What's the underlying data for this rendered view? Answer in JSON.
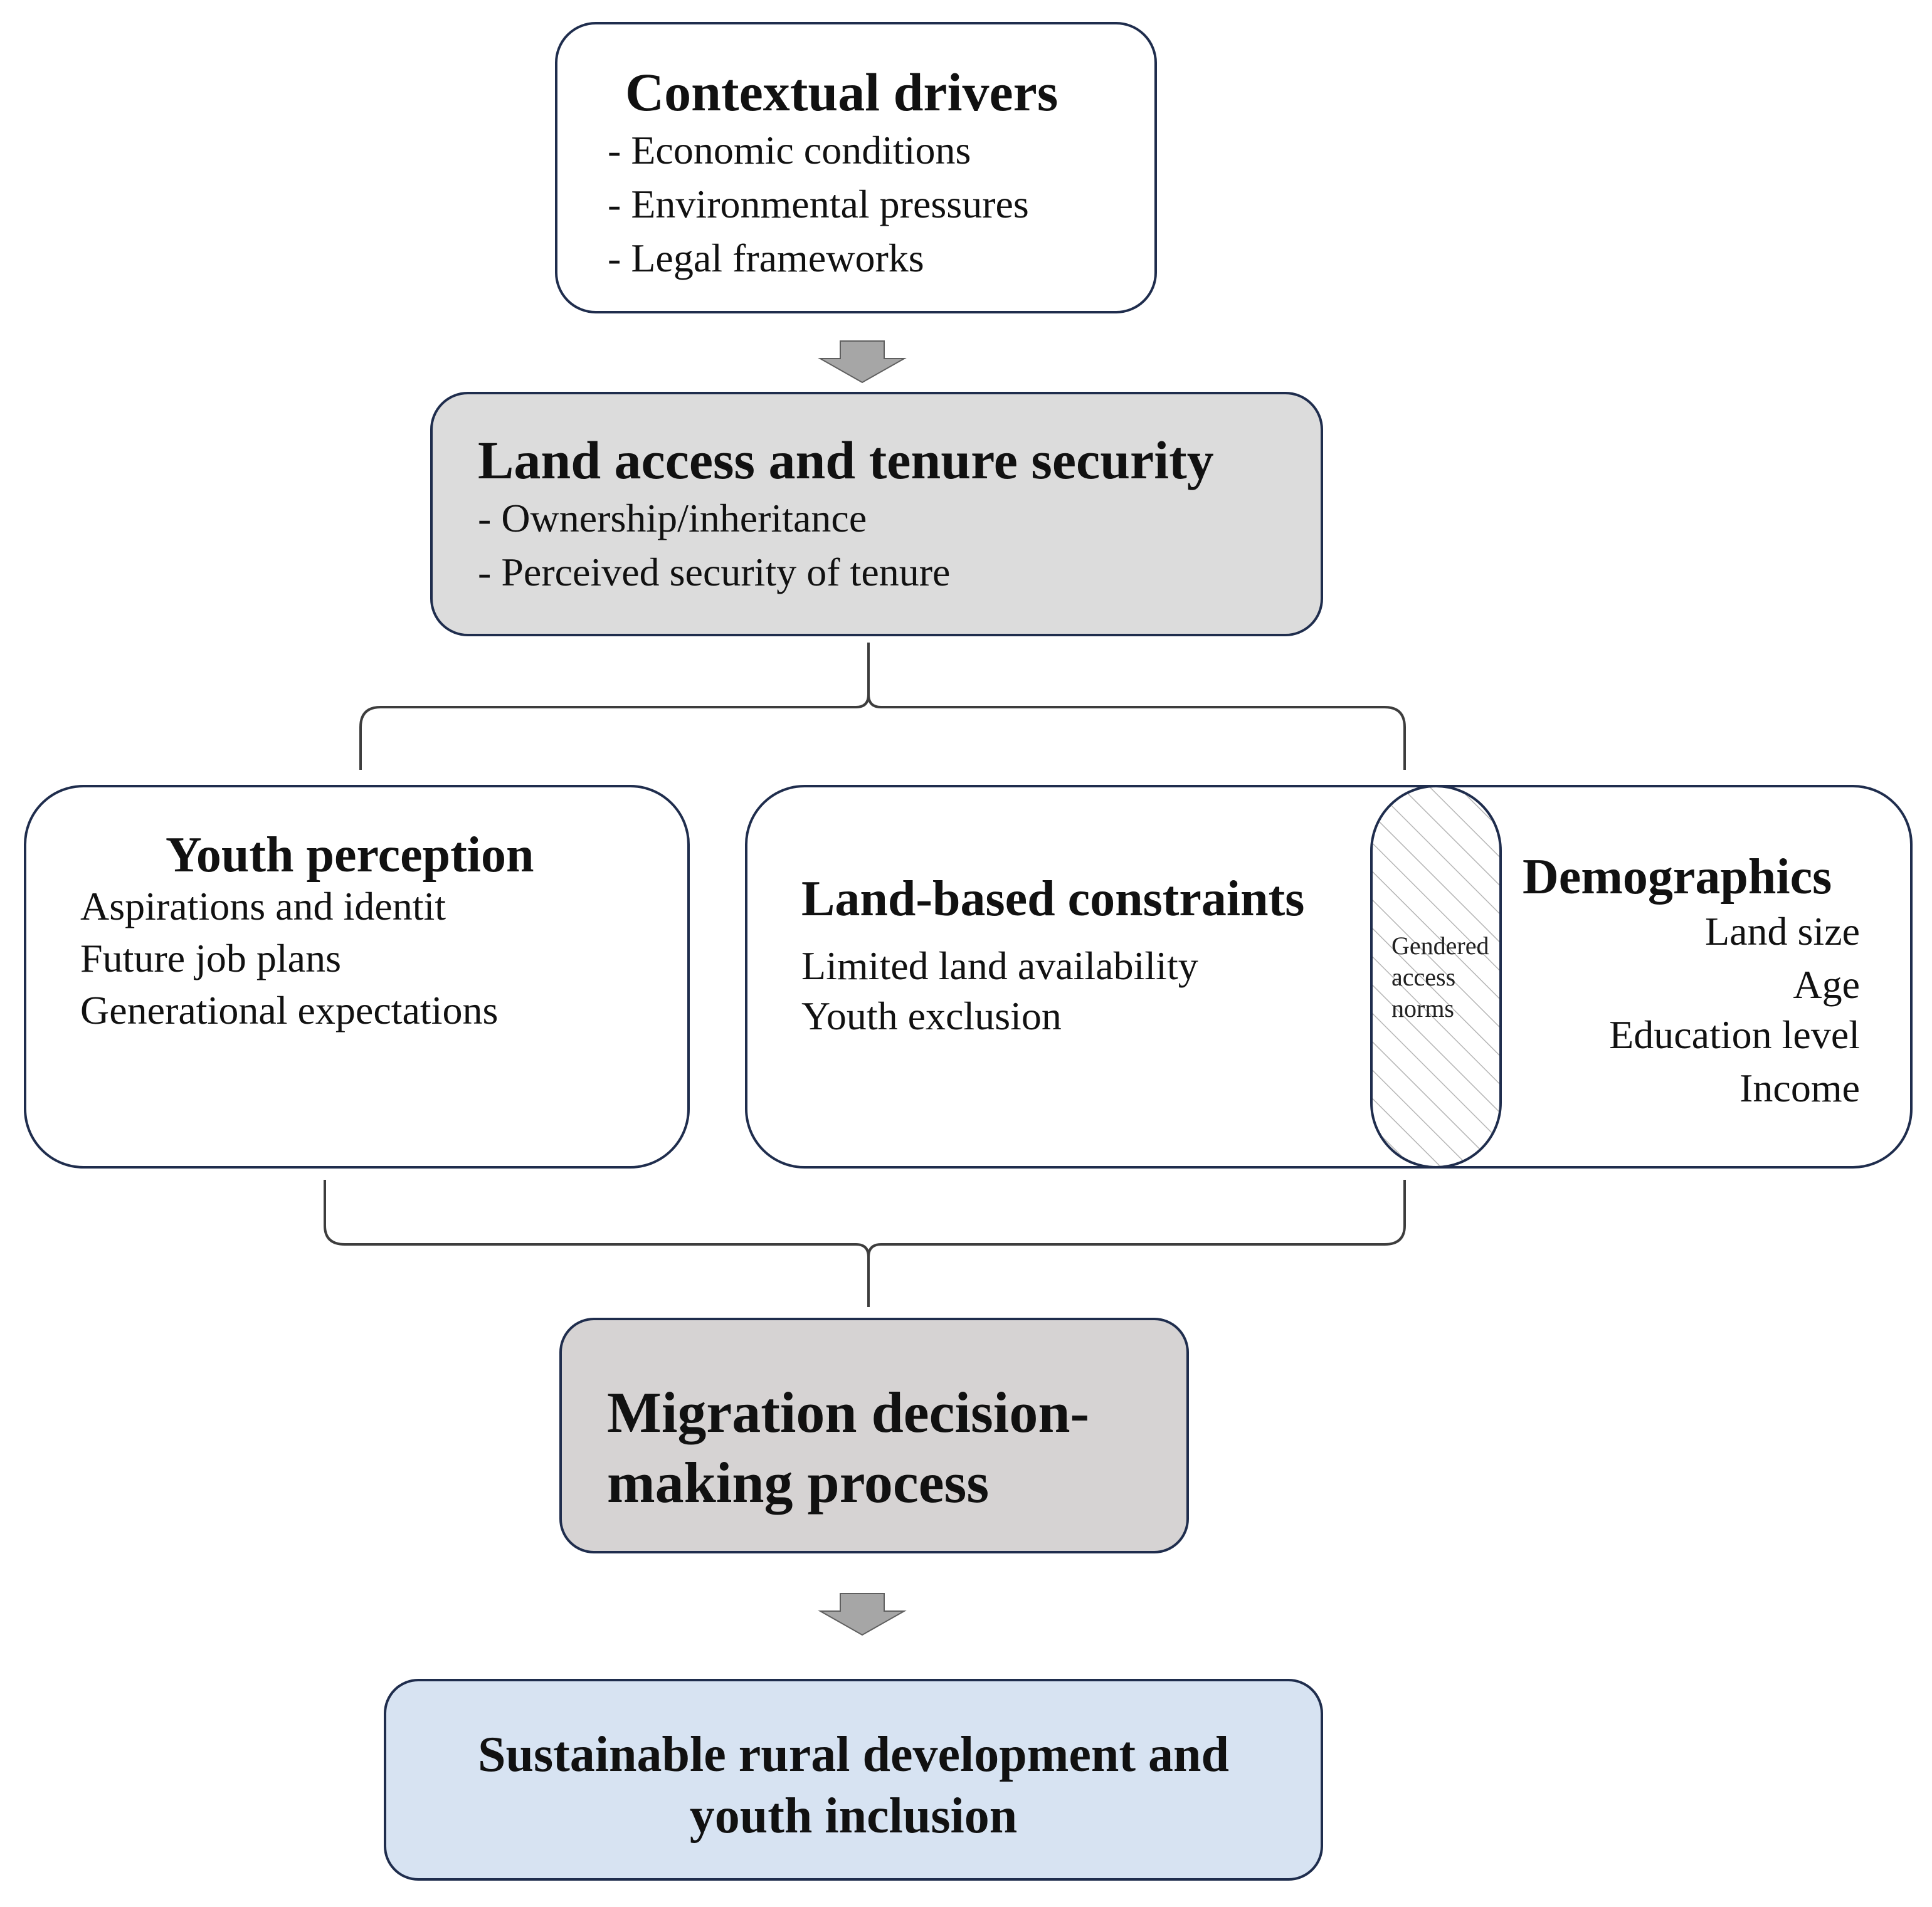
{
  "colors": {
    "border": "#1f2d4d",
    "land_box_fill": "#dcdcdc",
    "migration_box_fill": "#d6d3d3",
    "outcome_box_fill": "#d7e3f2",
    "arrow_fill": "#a6a6a6",
    "connector": "#3d3d3d"
  },
  "contextual_drivers": {
    "title": "Contextual drivers",
    "items": [
      "- Economic conditions",
      "- Environmental pressures",
      "- Legal frameworks"
    ]
  },
  "land_access": {
    "title": "Land access and tenure security",
    "items": [
      "- Ownership/inheritance",
      "- Perceived security of tenure"
    ]
  },
  "youth_perception": {
    "title": "Youth perception",
    "items": [
      "Aspirations and identit",
      "Future job plans",
      "Generational expectations"
    ]
  },
  "land_constraints": {
    "title": "Land-based constraints",
    "items": [
      "Limited land availability",
      "Youth exclusion"
    ]
  },
  "gendered_norms": {
    "lines": [
      "Gendered",
      "access",
      "norms"
    ]
  },
  "demographics": {
    "title": "Demographics",
    "items": [
      "Land size",
      "Age",
      "Education level",
      "Income"
    ]
  },
  "migration": {
    "title_line1": "Migration decision-",
    "title_line2": "making process"
  },
  "outcome": {
    "line1": "Sustainable rural development and",
    "line2": "youth inclusion"
  }
}
